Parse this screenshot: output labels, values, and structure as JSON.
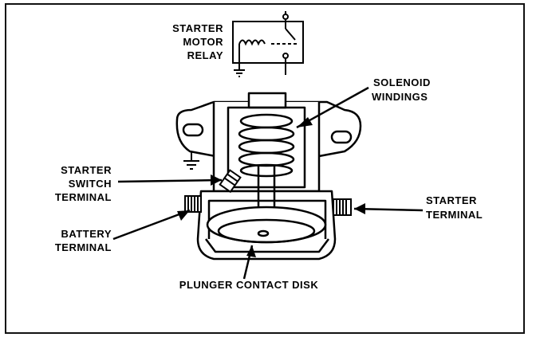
{
  "labels": {
    "relay": [
      "STARTER",
      "MOTOR",
      "RELAY"
    ],
    "solenoid": [
      "SOLENOID",
      "WINDINGS"
    ],
    "starter_switch": [
      "STARTER",
      "SWITCH",
      "TERMINAL"
    ],
    "battery": [
      "BATTERY",
      "TERMINAL"
    ],
    "starter_terminal": [
      "STARTER",
      "TERMINAL"
    ],
    "plunger": "PLUNGER CONTACT DISK"
  }
}
